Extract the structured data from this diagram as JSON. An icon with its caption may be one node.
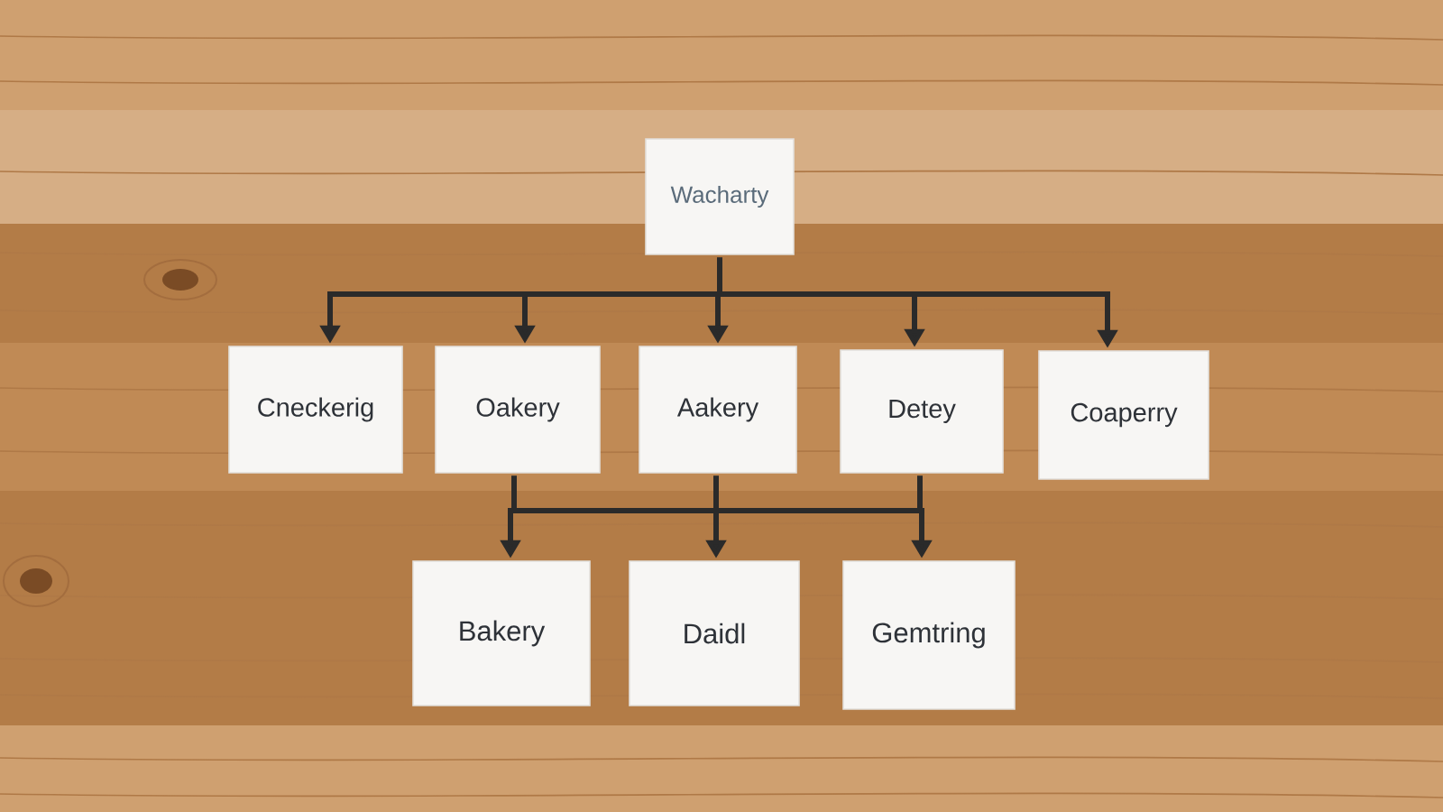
{
  "diagram": {
    "nodes": [
      {
        "text": [
          "Wacharty"
        ]
      },
      {
        "text": [
          "Cneckerig"
        ]
      },
      {
        "text": [
          "Oakery"
        ]
      },
      {
        "text": [
          "Aakery"
        ]
      },
      {
        "text": [
          "Detey"
        ]
      },
      {
        "text": [
          "Coaperry"
        ]
      },
      {
        "text": [
          "Bakery"
        ]
      },
      {
        "text": [
          "Daidl"
        ]
      },
      {
        "text": [
          "Gemtring"
        ]
      }
    ],
    "edges": [
      {
        "from": 0,
        "to": 1,
        "arrow": "to"
      },
      {
        "from": 0,
        "to": 2,
        "arrow": "to"
      },
      {
        "from": 0,
        "to": 3,
        "arrow": "to"
      },
      {
        "from": 0,
        "to": 4,
        "arrow": "to"
      },
      {
        "from": 0,
        "to": 5,
        "arrow": "to"
      },
      {
        "from": 2,
        "to": 6,
        "arrow": "to"
      },
      {
        "from": 2,
        "to": 7,
        "arrow": "to"
      },
      {
        "from": 2,
        "to": 8,
        "arrow": "to"
      },
      {
        "from": 3,
        "to": 6,
        "arrow": "to"
      },
      {
        "from": 3,
        "to": 7,
        "arrow": "to"
      },
      {
        "from": 3,
        "to": 8,
        "arrow": "to"
      },
      {
        "from": 4,
        "to": 6,
        "arrow": "to"
      },
      {
        "from": 4,
        "to": 7,
        "arrow": "to"
      },
      {
        "from": 4,
        "to": 8,
        "arrow": "to"
      }
    ]
  }
}
